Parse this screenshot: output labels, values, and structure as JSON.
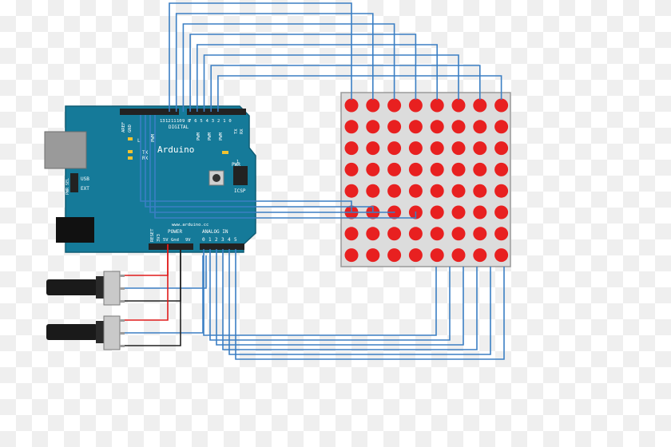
{
  "board": {
    "brand": "Arduino",
    "website": "www.arduino.cc",
    "digital_label": "DIGITAL",
    "analog_label": "ANALOG IN",
    "power_label": "POWER",
    "aref": "AREF",
    "gnd": "GND",
    "digital_pins": [
      "13",
      "12",
      "11",
      "10",
      "9",
      "8",
      "7",
      "6",
      "5",
      "4",
      "3",
      "2",
      "1",
      "0"
    ],
    "tx_pin": "TX",
    "rx_pin": "RX",
    "pwm": "PWM",
    "led_l": "L",
    "led_tx": "TX",
    "led_rx": "RX",
    "led_pwr": "PWR",
    "usb": "USB",
    "ext": "EXT",
    "pwr_sel": "PWR SEL",
    "icsp": "ICSP",
    "icsp_pin1": "1",
    "reset": "RESET",
    "v33": "3V3",
    "v5": "5V",
    "gnd_pins": "Gnd",
    "v9": "9V",
    "analog_pins": [
      "0",
      "1",
      "2",
      "3",
      "4",
      "5"
    ]
  },
  "led_matrix": {
    "rows": 8,
    "cols": 8,
    "led_color": "#e82020",
    "body_color": "#dcdcdc"
  },
  "potentiometers": {
    "count": 2
  },
  "colors": {
    "wire_blue": "#3b7fc4",
    "wire_red": "#e01b1b",
    "wire_black": "#222222",
    "board": "#157a99"
  }
}
